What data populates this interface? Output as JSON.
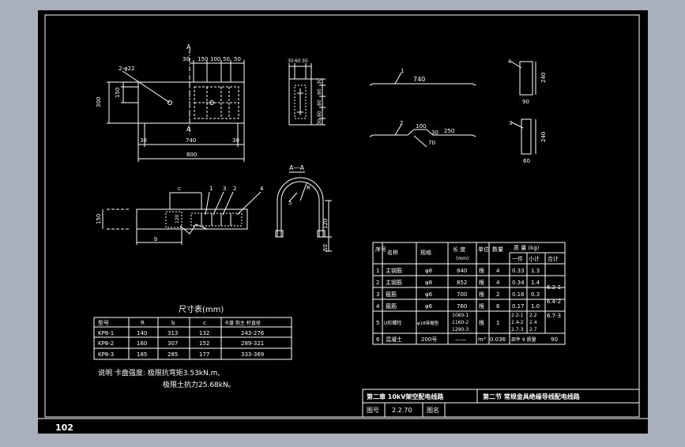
{
  "page_number": "102",
  "colors": {
    "background": "#a9b0bc",
    "sheet": "#000000",
    "line": "#ffffff"
  },
  "top_view": {
    "label_2phi22": "2-φ22",
    "label_A_top": "A",
    "label_A_bottom": "A",
    "dims_top": [
      "30",
      "150",
      "100",
      "50",
      "50"
    ],
    "dim_300": "300",
    "dim_150": "150",
    "dims_bottom": [
      "30",
      "740",
      "30"
    ],
    "dim_total": "800"
  },
  "end_view": {
    "dims_top": [
      "30",
      "60",
      "30"
    ],
    "dims_right": [
      "30",
      "80",
      "80",
      "80",
      "30"
    ]
  },
  "rebar_1": {
    "num": "1",
    "len": "740"
  },
  "rebar_2": {
    "num": "2",
    "d1": "100",
    "d2": "30",
    "d3": "250",
    "d4": "70"
  },
  "stirrup_4": {
    "num": "4",
    "h": "240",
    "w": "90"
  },
  "stirrup_3": {
    "num": "3",
    "h": "240",
    "w": "60"
  },
  "side_view": {
    "labels": [
      "c",
      "1",
      "3",
      "2",
      "4"
    ],
    "dim_150": "150",
    "dim_120": "120",
    "dim_b": "b"
  },
  "section_aa": {
    "title": "A—A",
    "label_R": "R",
    "label_5": "5",
    "dim_120": "120",
    "dim_50": "50"
  },
  "size_table": {
    "title": "尺寸表(mm)",
    "headers": [
      "型号",
      "R",
      "b",
      "c",
      "卡盘 抱主 杆直径"
    ],
    "rows": [
      [
        "KP8-1",
        "140",
        "313",
        "132",
        "243-276"
      ],
      [
        "KP8-2",
        "160",
        "307",
        "152",
        "289-321"
      ],
      [
        "KP8-3",
        "185",
        "285",
        "177",
        "333-369"
      ]
    ]
  },
  "notes": {
    "line1": "说明 卡盘强度: 极限抗弯矩3.53kN.m,",
    "line2": "极限土抗力25.68kN。"
  },
  "material_table": {
    "headers": {
      "seq": "序号",
      "name": "名称",
      "spec": "规格",
      "length": "长 度",
      "length_unit": "(mm)",
      "unit": "单位",
      "qty": "数量",
      "mass": "质 量 (kg)",
      "each": "一件",
      "subtotal": "小计",
      "total": "合计"
    },
    "rows": [
      {
        "seq": "1",
        "name": "主钢筋",
        "spec": "φ8",
        "length": "840",
        "unit": "根",
        "qty": "4",
        "each": "0.33",
        "sub": "1.3"
      },
      {
        "seq": "2",
        "name": "主钢筋",
        "spec": "φ8",
        "length": "852",
        "unit": "根",
        "qty": "4",
        "each": "0.34",
        "sub": "1.4"
      },
      {
        "seq": "3",
        "name": "箍筋",
        "spec": "φ6",
        "length": "700",
        "unit": "根",
        "qty": "2",
        "each": "0.16",
        "sub": "0.3"
      },
      {
        "seq": "4",
        "name": "箍筋",
        "spec": "φ6",
        "length": "760",
        "unit": "根",
        "qty": "6",
        "each": "0.17",
        "sub": "1.0"
      },
      {
        "seq": "5",
        "name": "U形螺栓",
        "spec": "φ18带帽垫",
        "length_lines": [
          "1060-1",
          "1160-2",
          "1290-3"
        ],
        "unit": "根",
        "qty": "1",
        "each_lines": [
          "2.2-1",
          "2.4-2",
          "2.7-3"
        ],
        "sub_lines": [
          "2.2",
          "2.4",
          "2.7"
        ]
      },
      {
        "seq": "6",
        "name": "混凝土",
        "spec": "200号",
        "length": "——",
        "unit": "m³",
        "qty": "0.036",
        "each": "部件 9 质量",
        "sub": "",
        "total": "90"
      }
    ],
    "totals": [
      "6.2-1",
      "6.4-2",
      "6.7-3"
    ]
  },
  "title_block": {
    "chapter": "第二章  10kV架空配电线路",
    "section": "第二节  常规金具绝缘导线配电线路",
    "drawing_no_label": "图号",
    "drawing_no": "2.2.70",
    "drawing_name_label": "图名"
  }
}
